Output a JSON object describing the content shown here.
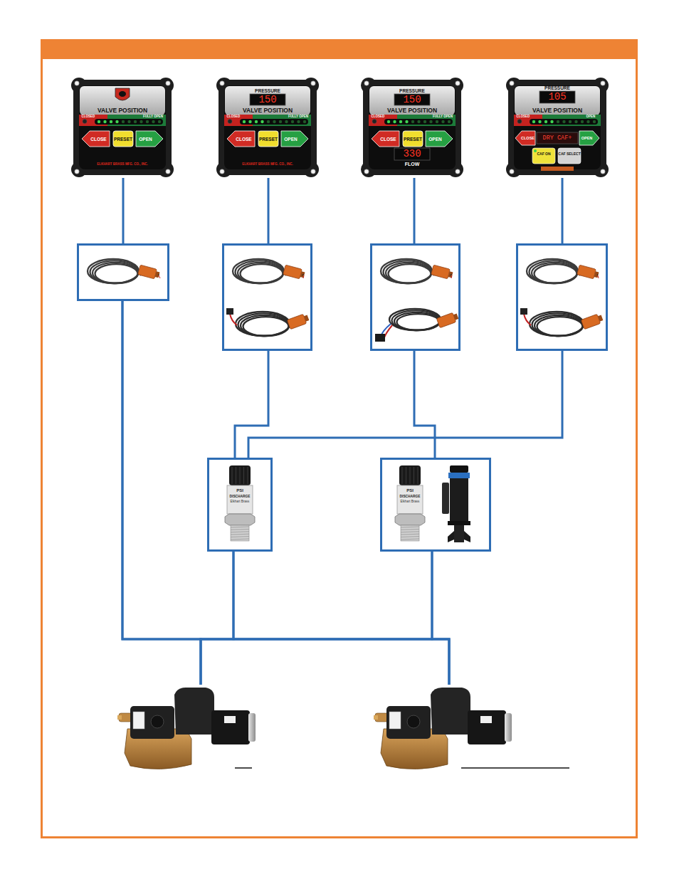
{
  "diagram": {
    "nodes": [
      {
        "text": [
          "VALVE POSITION",
          "CLOSED",
          "FULLY OPEN",
          "CLOSE",
          "PRESET",
          "OPEN",
          "ELKHART BRASS MFG. CO., INC."
        ]
      },
      {
        "text": [
          "PRESSURE",
          "150",
          "VALVE POSITION",
          "CLOSED",
          "FULLY OPEN",
          "CLOSE",
          "PRESET",
          "OPEN",
          "ELKHART BRASS MFG. CO., INC."
        ]
      },
      {
        "text": [
          "PRESSURE",
          "150",
          "VALVE POSITION",
          "CLOSED",
          "FULLY OPEN",
          "CLOSE",
          "PRESET",
          "OPEN",
          "330",
          "FLOW"
        ]
      },
      {
        "text": [
          "PRESSURE",
          "105",
          "VALVE POSITION",
          "CLOSED",
          "OPEN",
          "CLOSE",
          "DRY CAF+",
          "OPEN",
          "CAF ON",
          "CAF SELECT"
        ]
      },
      {
        "text": []
      },
      {
        "text": []
      },
      {
        "text": []
      },
      {
        "text": []
      },
      {
        "text": [
          "PSI",
          "DISCHARGE",
          "Elkhart Brass"
        ]
      },
      {
        "text": [
          "PSI",
          "DISCHARGE",
          "Elkhart Brass"
        ]
      },
      {
        "text": []
      },
      {
        "text": []
      }
    ],
    "edges": [
      {
        "from": 0,
        "to": 4,
        "arrow": "none"
      },
      {
        "from": 1,
        "to": 5,
        "arrow": "none"
      },
      {
        "from": 2,
        "to": 6,
        "arrow": "none"
      },
      {
        "from": 3,
        "to": 7,
        "arrow": "none"
      },
      {
        "from": 4,
        "to": 10,
        "arrow": "none"
      },
      {
        "from": 4,
        "to": 11,
        "arrow": "none"
      },
      {
        "from": 5,
        "to": 8,
        "arrow": "none"
      },
      {
        "from": 7,
        "to": 8,
        "arrow": "none"
      },
      {
        "from": 6,
        "to": 9,
        "arrow": "none"
      },
      {
        "from": 8,
        "to": 10,
        "arrow": "none"
      },
      {
        "from": 8,
        "to": 11,
        "arrow": "none"
      },
      {
        "from": 9,
        "to": 10,
        "arrow": "none"
      },
      {
        "from": 9,
        "to": 11,
        "arrow": "none"
      }
    ]
  }
}
